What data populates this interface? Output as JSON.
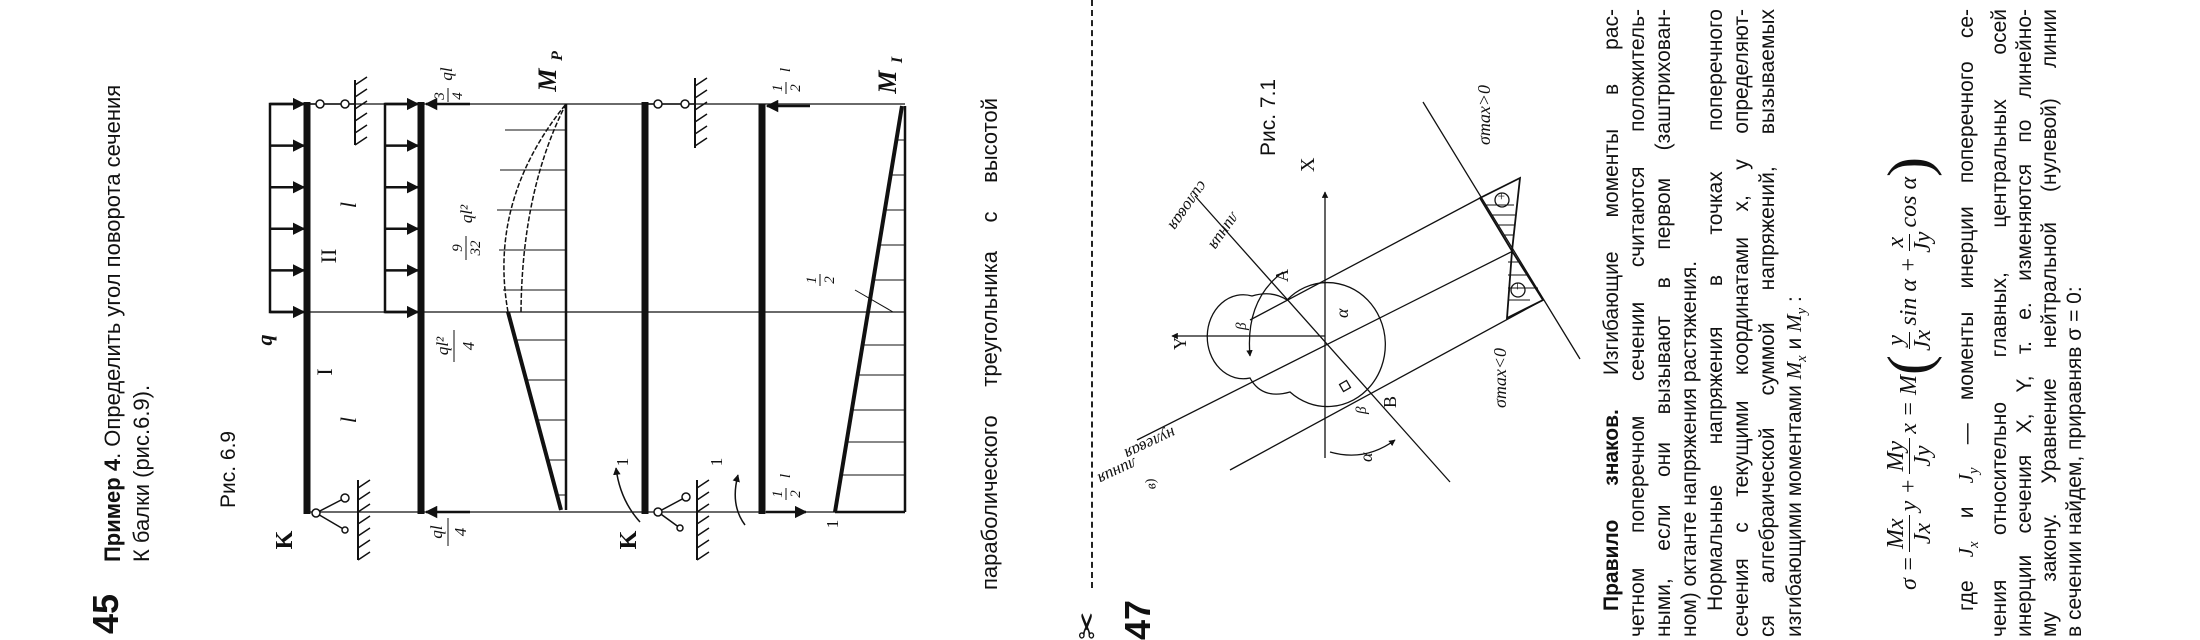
{
  "left_page": {
    "page_number": "45",
    "example_label": "Пример 4",
    "example_text": ". Определить угол поворота сечения",
    "example_text_2": "К балки (рис.6.9).",
    "figure_caption": "Рис. 6.9",
    "continuation_text": "параболического треугольника с высотой",
    "figure": {
      "load": "q",
      "section": "K",
      "span_1": "I",
      "span_2": "II",
      "length": "l",
      "reaction_left": {
        "num": "ql",
        "den": "4"
      },
      "reaction_right": {
        "num": "3",
        "den": "4",
        "suffix": "ql"
      },
      "moment_mid": {
        "num": "ql²",
        "den": "4"
      },
      "moment_max": {
        "num": "9",
        "den": "32",
        "suffix": "ql²"
      },
      "diagram_p": {
        "main": "M",
        "sub": "P"
      },
      "unit_moment": "1",
      "half_l": {
        "num": "1",
        "den": "2",
        "suffix": "l"
      },
      "half": {
        "num": "1",
        "den": "2"
      },
      "diagram_1": {
        "main": "M",
        "sub": "I"
      }
    }
  },
  "right_page": {
    "page_number": "47",
    "figure_caption": "Рис. 7.1",
    "figure": {
      "force_line_1": "силовая",
      "force_line_2": "линия",
      "neutral_line_1": "нулевая",
      "neutral_line_2": "линия",
      "panel": "в)",
      "axis_x": "X",
      "axis_y": "Y",
      "point_a": "A",
      "point_b": "B",
      "alpha": "α",
      "beta": "β",
      "sigma_pos": "σmax>0",
      "sigma_neg": "σmax<0",
      "plus": "+",
      "minus": "−"
    },
    "rule_title": "Правило знаков.",
    "lines": [
      " Изгибающие моменты в рас-",
      "четном поперечном сечении считаются положитель-",
      "ными, если они вызывают в первом (заштрихован-",
      "ном) октанте напряжения растяжения.",
      "Нормальные напряжения в точках поперечного",
      "сечения с текущими координатами x, y определяют-",
      "ся алгебраической суммой напряжений, вызываемых"
    ],
    "line8": {
      "text": "изгибающими моментами ",
      "m": "M",
      "sx": "x",
      "and": " и ",
      "sy": "y",
      "end": " :"
    },
    "formula": {
      "lhs": "σ =",
      "t1_num": "Mx",
      "t1_den": "Jx",
      "t1_var": "y +",
      "t2_num": "My",
      "t2_den": "Jy",
      "t2_var": "x = M",
      "t3_num": "y",
      "t3_den": "Jx",
      "t3_fn": "sin α +",
      "t4_num": "x",
      "t4_den": "Jy",
      "t4_fn": "cos α",
      "open": "(",
      "close": ")"
    },
    "line9": {
      "start": "где ",
      "j": "J",
      "sx": "x",
      "and": " и ",
      "sy": "y",
      "rest": " — моменты инерции поперечного се-"
    },
    "lines_b": [
      "чения относительно главных, центральных осей",
      "инерции сечения X, Y, т. е. изменяются по линейно-",
      "му закону. Уравнение нейтральной (нулевой) линии",
      "в сечении найдем, приравняв σ = 0:"
    ]
  },
  "cut_icon": "scissors-icon"
}
